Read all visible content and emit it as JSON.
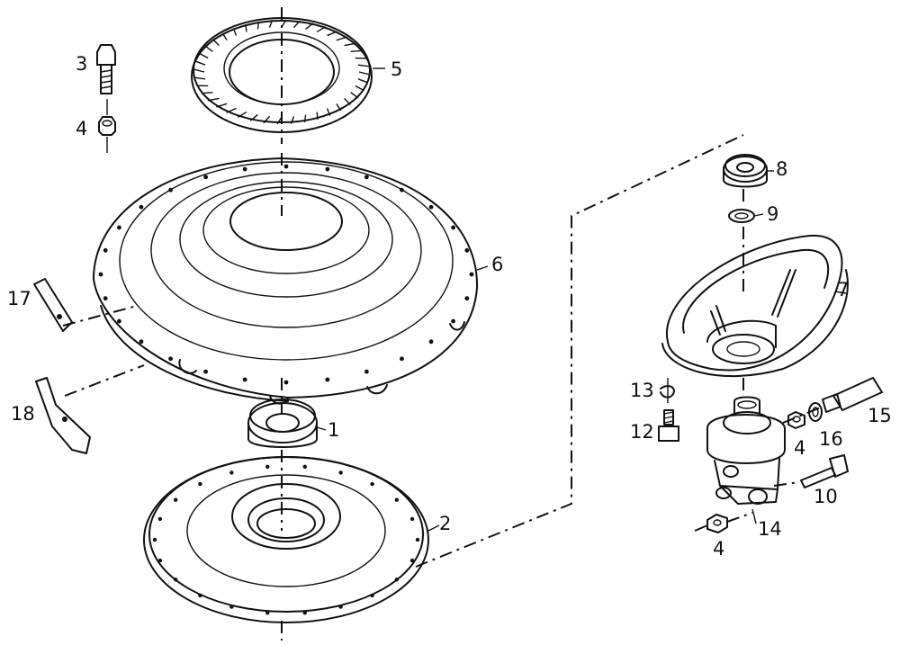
{
  "callouts": {
    "c1": "1",
    "c2": "2",
    "c3": "3",
    "c4_bolt": "4",
    "c4_right": "4",
    "c4_bottom": "4",
    "c5": "5",
    "c6": "6",
    "c7": "7",
    "c8": "8",
    "c9": "9",
    "c10": "10",
    "c12": "12",
    "c13": "13",
    "c14": "14",
    "c15": "15",
    "c16": "16",
    "c17": "17",
    "c18": "18"
  }
}
